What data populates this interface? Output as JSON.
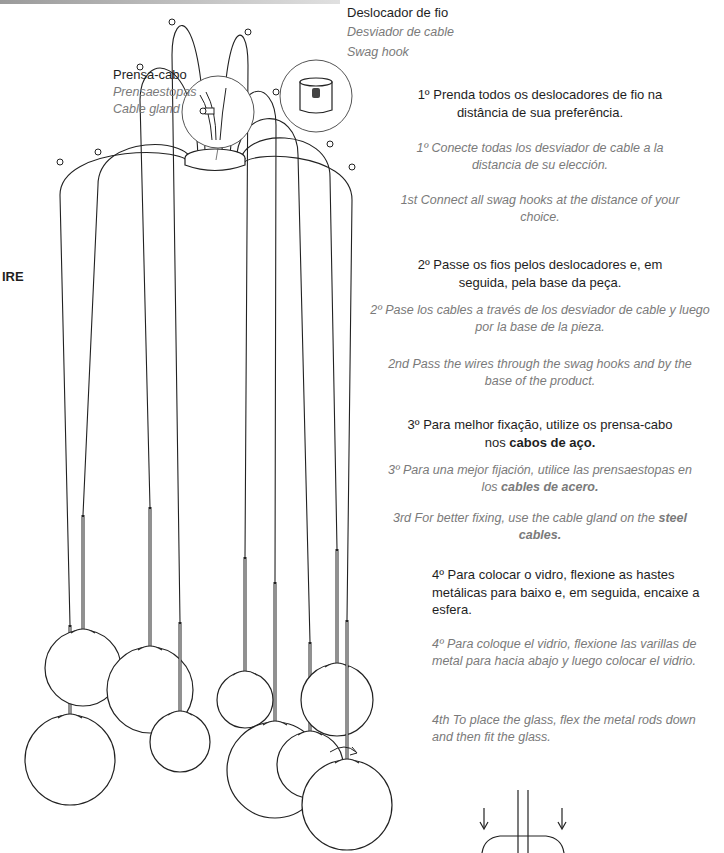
{
  "diagram": {
    "labels": [
      "Prensa-cabo",
      "Prensaestopas",
      "Cable gland",
      "Deslocador de fio",
      "Desviador de cable",
      "Swag hook",
      "IRE",
      "1º Prenda todos os deslocadores de fio na distância de sua preferência.",
      "1º Conecte todas los desviador de cable a la distancia de su elección.",
      "1st Connect all swag hooks at the distance of your choice.",
      "2º Passe os fios pelos deslocadores e, em seguida, pela base da peça.",
      "2º Pase los cables a través de los desviador de cable y luego por la base de la pieza.",
      "2nd Pass the wires through the swag hooks and by the base of the product.",
      "3º Para melhor fixação, utilize os prensa-cabo nos",
      "cabos de aço.",
      "3º Para una mejor fijación, utilice las prensaestopas en los",
      "cables de acero.",
      "3rd For better fixing, use the cable gland on the",
      "steel cables.",
      "4º Para colocar o vidro, flexione as hastes metálicas para baixo e, em seguida, encaixe a esfera.",
      "4º Para coloque el vidrio, flexione las varillas de metal para hacia abajo y luego colocar el vidrio.",
      "4th To place the glass, flex the metal rods down and then fit the glass."
    ]
  }
}
